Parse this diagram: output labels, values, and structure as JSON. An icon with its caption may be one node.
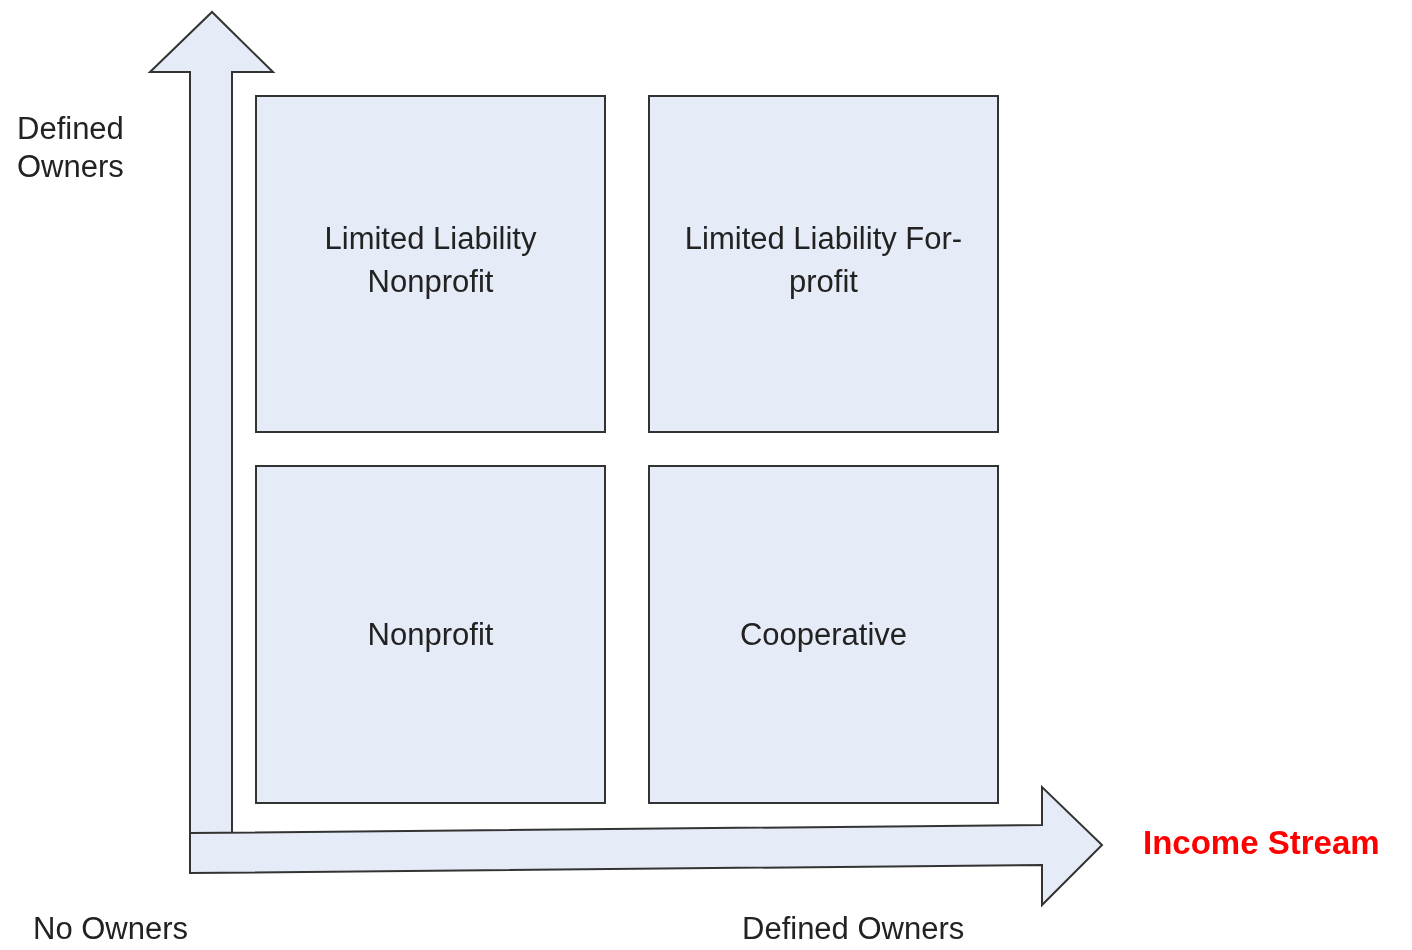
{
  "diagram": {
    "nodes": [
      {
        "text": [
          "Limited Liability Nonprofit"
        ]
      },
      {
        "text": [
          "Limited Liability For-profit"
        ]
      },
      {
        "text": [
          "Nonprofit"
        ]
      },
      {
        "text": [
          "Cooperative"
        ]
      }
    ],
    "labels": [
      "Defined Owners",
      "Income Stream",
      "No Owners",
      "Defined Owners"
    ]
  }
}
